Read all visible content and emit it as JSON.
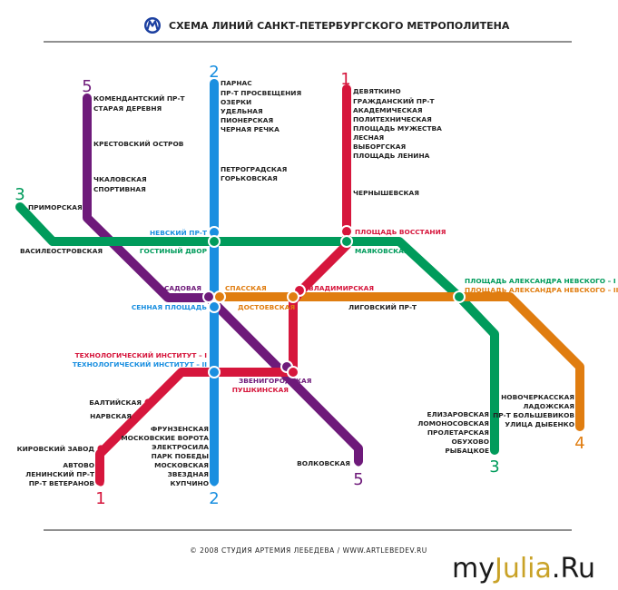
{
  "title": "СХЕМА ЛИНИЙ САНКТ-ПЕТЕРБУРГСКОГО МЕТРОПОЛИТЕНА",
  "copyright": "© 2008 СТУДИЯ АРТЕМИЯ ЛЕБЕДЕВА / WWW.ARTLEBEDEV.RU",
  "watermark": {
    "part1": "my",
    "part2": "Julia",
    "part3": ".Ru"
  },
  "logo_icon": "metro-m-logo",
  "colors": {
    "line1": "#d6163c",
    "line2": "#1a8fe0",
    "line3": "#009b5b",
    "line4": "#e07d10",
    "line5": "#6e1a7a",
    "logo": "#1b3fa0",
    "rule": "#222222",
    "watermark_gold": "#c9a227"
  },
  "line_numbers": {
    "l1_top": "1",
    "l1_bottom": "1",
    "l2_top": "2",
    "l2_bottom": "2",
    "l3_left": "3",
    "l3_right": "3",
    "l4": "4",
    "l5_top": "5",
    "l5_bottom": "5"
  },
  "stations": {
    "komendantsky": "КОМЕНДАНТСКИЙ ПР-Т",
    "staraya_derevnya": "СТАРАЯ ДЕРЕВНЯ",
    "krestovsky": "КРЕСТОВСКИЙ ОСТРОВ",
    "chkalovskaya": "ЧКАЛОВСКАЯ",
    "sportivnaya": "СПОРТИВНАЯ",
    "sadovaya": "САДОВАЯ",
    "zvenigorodskaya": "ЗВЕНИГОРОДСКАЯ",
    "volkovskaya": "ВОЛКОВСКАЯ",
    "parnas": "ПАРНАС",
    "prosveshcheniya": "ПР-Т ПРОСВЕЩЕНИЯ",
    "ozerki": "ОЗЕРКИ",
    "udelnaya": "УДЕЛЬНАЯ",
    "pionerskaya": "ПИОНЕРСКАЯ",
    "chernaya_rechka": "ЧЕРНАЯ РЕЧКА",
    "petrogradskaya": "ПЕТРОГРАДСКАЯ",
    "gorkovskaya": "ГОРЬКОВСКАЯ",
    "nevsky": "НЕВСКИЙ ПР-Т",
    "sennaya": "СЕННАЯ ПЛОЩАДЬ",
    "tekhnolog_2": "ТЕХНОЛОГИЧЕСКИЙ ИНСТИТУТ – II",
    "frunzenskaya": "ФРУНЗЕНСКАЯ",
    "moskovskie_vorota": "МОСКОВСКИЕ ВОРОТА",
    "elektrosila": "ЭЛЕКТРОСИЛА",
    "park_pobedy": "ПАРК ПОБЕДЫ",
    "moskovskaya": "МОСКОВСКАЯ",
    "zvezdnaya": "ЗВЕЗДНАЯ",
    "kupchino": "КУПЧИНО",
    "devyatkino": "ДЕВЯТКИНО",
    "grazhdansky": "ГРАЖДАНСКИЙ ПР-Т",
    "akademicheskaya": "АКАДЕМИЧЕСКАЯ",
    "politekhnicheskaya": "ПОЛИТЕХНИЧЕСКАЯ",
    "muzhestva": "ПЛОЩАДЬ МУЖЕСТВА",
    "lesnaya": "ЛЕСНАЯ",
    "vyborgskaya": "ВЫБОРГСКАЯ",
    "lenina": "ПЛОЩАДЬ ЛЕНИНА",
    "chernyshevskaya": "ЧЕРНЫШЕВСКАЯ",
    "vosstaniya": "ПЛОЩАДЬ ВОССТАНИЯ",
    "vladimirskaya": "ВЛАДИМИРСКАЯ",
    "pushkinskaya": "ПУШКИНСКАЯ",
    "tekhnolog_1": "ТЕХНОЛОГИЧЕСКИЙ ИНСТИТУТ – I",
    "baltiyskaya": "БАЛТИЙСКАЯ",
    "narvskaya": "НАРВСКАЯ",
    "kirovsky_zavod": "КИРОВСКИЙ ЗАВОД",
    "avtovo": "АВТОВО",
    "leninsky": "ЛЕНИНСКИЙ ПР-Т",
    "veteranov": "ПР-Т ВЕТЕРАНОВ",
    "primorskaya": "ПРИМОРСКАЯ",
    "vasileostrovskaya": "ВАСИЛЕОСТРОВСКАЯ",
    "gostiny_dvor": "ГОСТИНЫЙ ДВОР",
    "mayakovskaya": "МАЯКОВСКАЯ",
    "nevskogo_1": "ПЛОЩАДЬ АЛЕКСАНДРА НЕВСКОГО – I",
    "nevskogo_2": "ПЛОЩАДЬ АЛЕКСАНДРА НЕВСКОГО – II",
    "elizarovskaya": "ЕЛИЗАРОВСКАЯ",
    "lomonosovskaya": "ЛОМОНОСОВСКАЯ",
    "proletarskaya": "ПРОЛЕТАРСКАЯ",
    "obukhovo": "ОБУХОВО",
    "rybatskoe": "РЫБАЦКОЕ",
    "spasskaya": "СПАССКАЯ",
    "dostoevskaya": "ДОСТОЕВСКАЯ",
    "ligovsky": "ЛИГОВСКИЙ ПР-Т",
    "novocherkasskaya": "НОВОЧЕРКАССКАЯ",
    "ladozhskaya": "ЛАДОЖСКАЯ",
    "bolshevikov": "ПР-Т БОЛЬШЕВИКОВ",
    "dybenko": "УЛИЦА ДЫБЕНКО"
  }
}
